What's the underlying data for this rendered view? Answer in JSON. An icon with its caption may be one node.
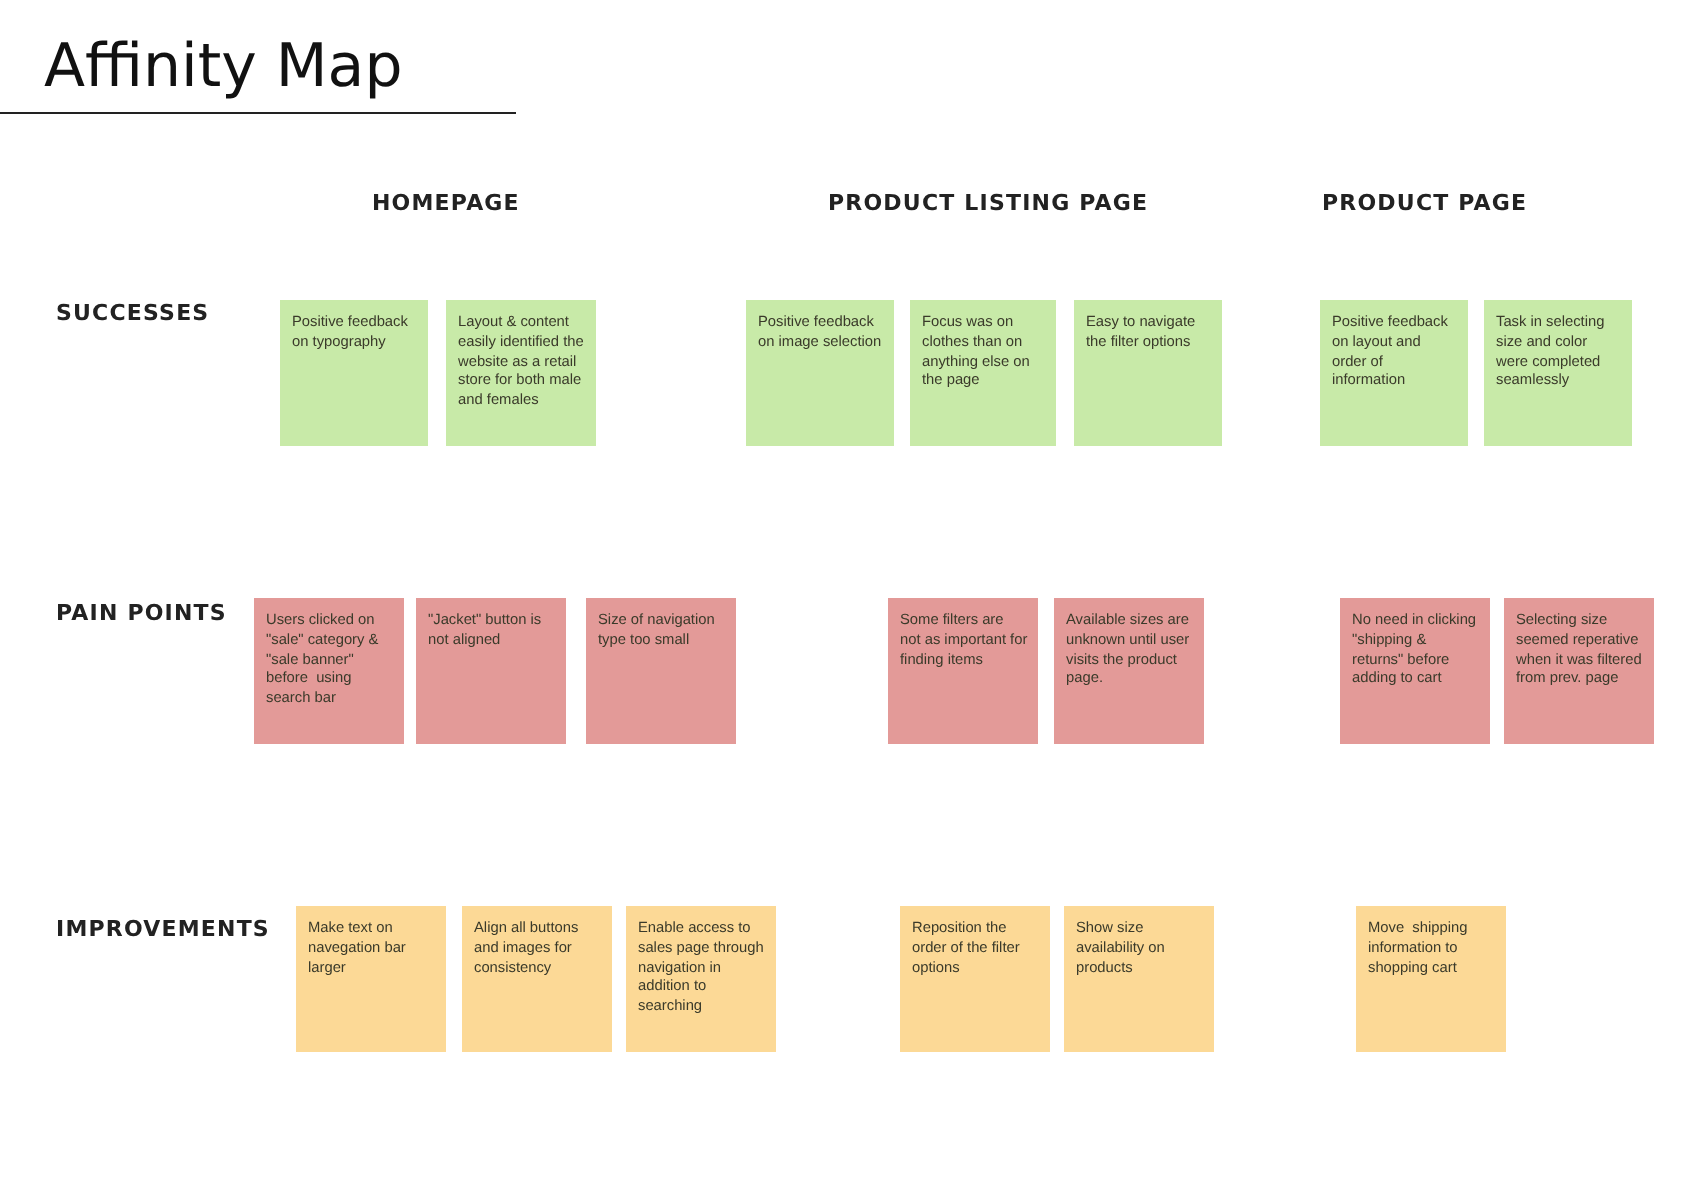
{
  "diagram": {
    "title": "Affinity Map",
    "nodes": [
      {
        "text": [
          "Positive feedback on typography"
        ]
      },
      {
        "text": [
          "Layout & content easily identified the website as a retail store for both male and females"
        ]
      },
      {
        "text": [
          "Positive feedback on image selection"
        ]
      },
      {
        "text": [
          "Focus was on clothes than on anything else on the page"
        ]
      },
      {
        "text": [
          "Easy to navigate the filter options"
        ]
      },
      {
        "text": [
          "Positive feedback on layout and order of information"
        ]
      },
      {
        "text": [
          "Task in selecting size and color were completed seamlessly"
        ]
      },
      {
        "text": [
          "Users clicked on \"sale\" category & \"sale banner\" before  using search bar"
        ]
      },
      {
        "text": [
          "\"Jacket\" button is not aligned"
        ]
      },
      {
        "text": [
          "Size of navigation type too small"
        ]
      },
      {
        "text": [
          "Some filters are not as important for finding items"
        ]
      },
      {
        "text": [
          "Available sizes are unknown until user visits the product page."
        ]
      },
      {
        "text": [
          "No need in clicking \"shipping & returns\" before adding to cart"
        ]
      },
      {
        "text": [
          "Selecting size seemed reperative when it was filtered from prev. page"
        ]
      },
      {
        "text": [
          "Make text on navegation bar larger"
        ]
      },
      {
        "text": [
          "Align all buttons and images for consistency"
        ]
      },
      {
        "text": [
          "Enable access to sales page through navigation in addition to searching"
        ]
      },
      {
        "text": [
          "Reposition the order of the filter options"
        ]
      },
      {
        "text": [
          "Show size availability on products"
        ]
      },
      {
        "text": [
          "Move  shipping information to shopping cart"
        ]
      }
    ],
    "labels": [
      "HOMEPAGE",
      "PRODUCT LISTING PAGE",
      "PRODUCT PAGE",
      "SUCCESSES",
      "PAIN POINTS",
      "IMPROVEMENTS"
    ]
  }
}
